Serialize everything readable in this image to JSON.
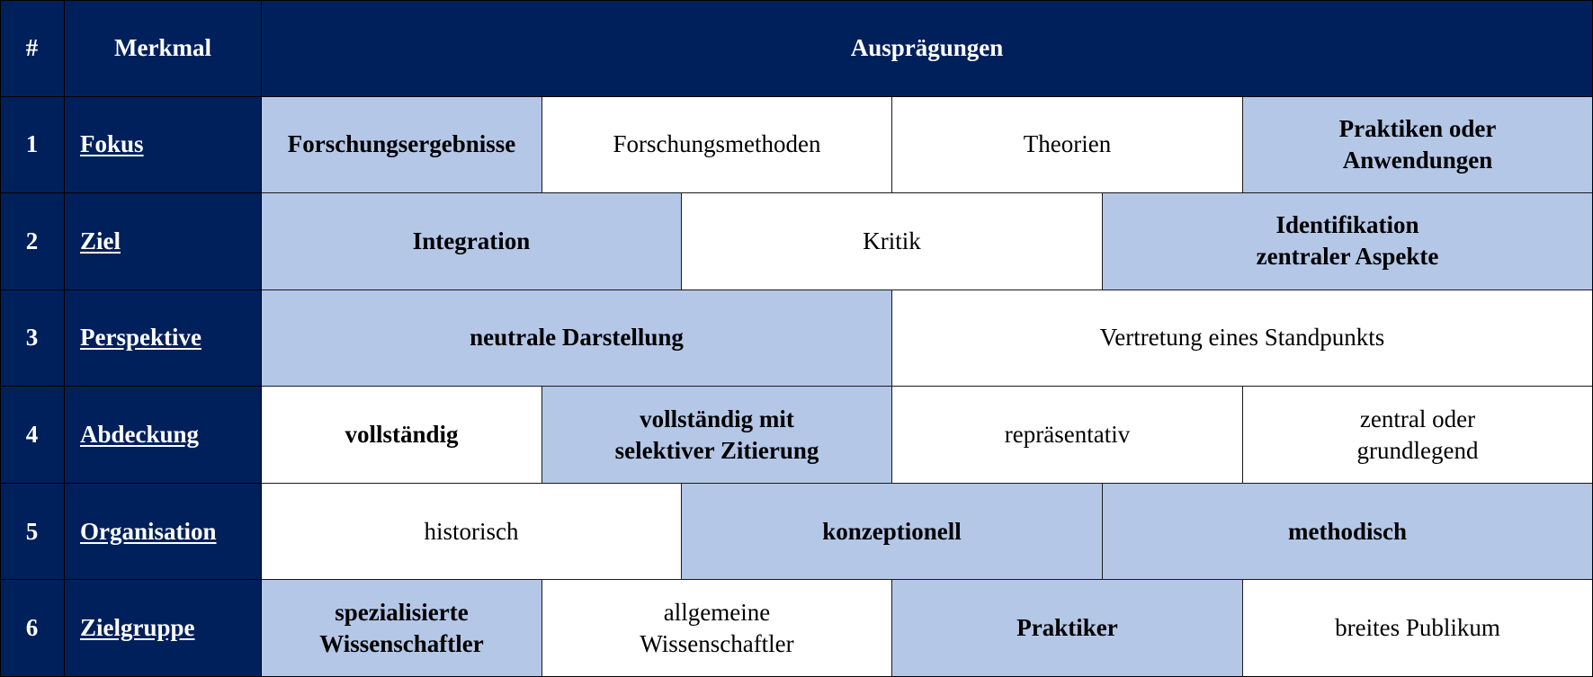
{
  "header": {
    "num": "#",
    "feature": "Merkmal",
    "values": "Ausprägungen"
  },
  "colors": {
    "header_bg": "#00205b",
    "highlight_bg": "#b4c7e7",
    "plain_bg": "#ffffff"
  },
  "rows": [
    {
      "num": "1",
      "feature": "Fokus",
      "cells": [
        {
          "text": "Forschungsergebnisse",
          "span": 4,
          "highlight": true,
          "bold": true
        },
        {
          "text": "Forschungsmethoden",
          "span": 5,
          "highlight": false,
          "bold": false
        },
        {
          "text": "Theorien",
          "span": 5,
          "highlight": false,
          "bold": false
        },
        {
          "text": "Praktiken oder\nAnwendungen",
          "span": 5,
          "highlight": true,
          "bold": true
        }
      ]
    },
    {
      "num": "2",
      "feature": "Ziel",
      "cells": [
        {
          "text": "Integration",
          "span": 6,
          "highlight": true,
          "bold": true
        },
        {
          "text": "Kritik",
          "span": 6,
          "highlight": false,
          "bold": false
        },
        {
          "text": "Identifikation\nzentraler Aspekte",
          "span": 7,
          "highlight": true,
          "bold": true
        }
      ]
    },
    {
      "num": "3",
      "feature": "Perspektive",
      "cells": [
        {
          "text": "neutrale Darstellung",
          "span": 9,
          "highlight": true,
          "bold": true
        },
        {
          "text": "Vertretung eines Standpunkts",
          "span": 10,
          "highlight": false,
          "bold": false
        }
      ]
    },
    {
      "num": "4",
      "feature": "Abdeckung",
      "cells": [
        {
          "text": "vollständig",
          "span": 4,
          "highlight": false,
          "bold": true
        },
        {
          "text": "vollständig mit\nselektiver Zitierung",
          "span": 5,
          "highlight": true,
          "bold": true
        },
        {
          "text": "repräsentativ",
          "span": 5,
          "highlight": false,
          "bold": false
        },
        {
          "text": "zentral oder\ngrundlegend",
          "span": 5,
          "highlight": false,
          "bold": false
        }
      ]
    },
    {
      "num": "5",
      "feature": "Organisation",
      "cells": [
        {
          "text": "historisch",
          "span": 6,
          "highlight": false,
          "bold": false
        },
        {
          "text": "konzeptionell",
          "span": 6,
          "highlight": true,
          "bold": true
        },
        {
          "text": "methodisch",
          "span": 7,
          "highlight": true,
          "bold": true
        }
      ]
    },
    {
      "num": "6",
      "feature": "Zielgruppe",
      "cells": [
        {
          "text": "spezialisierte\nWissenschaftler",
          "span": 4,
          "highlight": true,
          "bold": true
        },
        {
          "text": "allgemeine\nWissenschaftler",
          "span": 5,
          "highlight": false,
          "bold": false
        },
        {
          "text": "Praktiker",
          "span": 5,
          "highlight": true,
          "bold": true
        },
        {
          "text": "breites Publikum",
          "span": 5,
          "highlight": false,
          "bold": false
        }
      ]
    }
  ]
}
